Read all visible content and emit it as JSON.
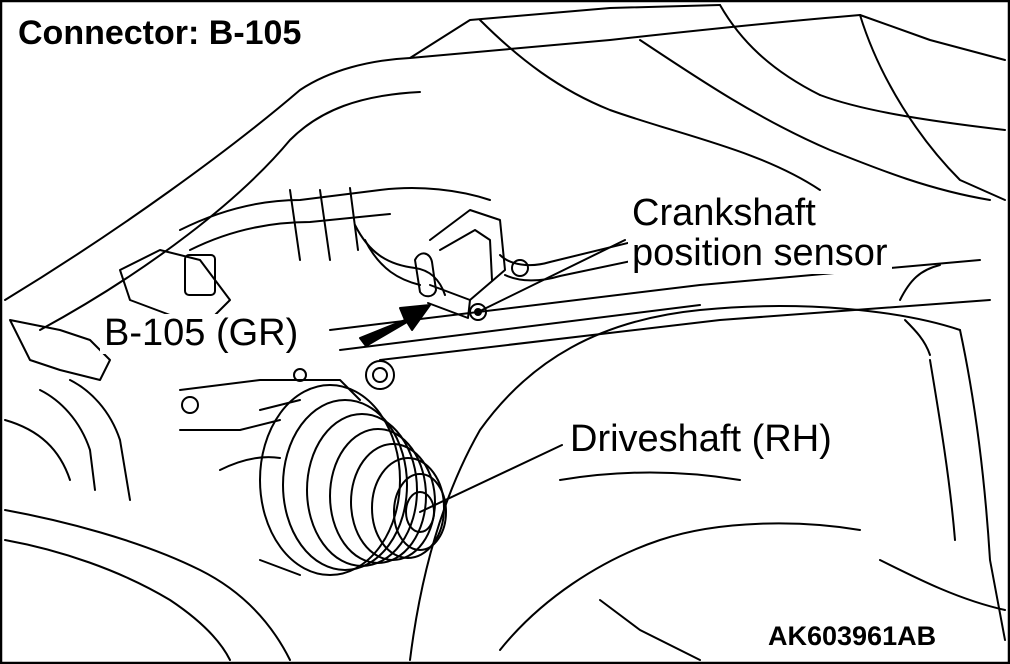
{
  "figure": {
    "title": "Connector: B-105",
    "figure_id": "AK603961AB"
  },
  "callouts": {
    "crankshaft_sensor": {
      "line1": "Crankshaft",
      "line2": "position sensor"
    },
    "connector": "B-105 (GR)",
    "driveshaft": "Driveshaft (RH)"
  },
  "colors": {
    "line": "#000000",
    "background": "#ffffff"
  }
}
